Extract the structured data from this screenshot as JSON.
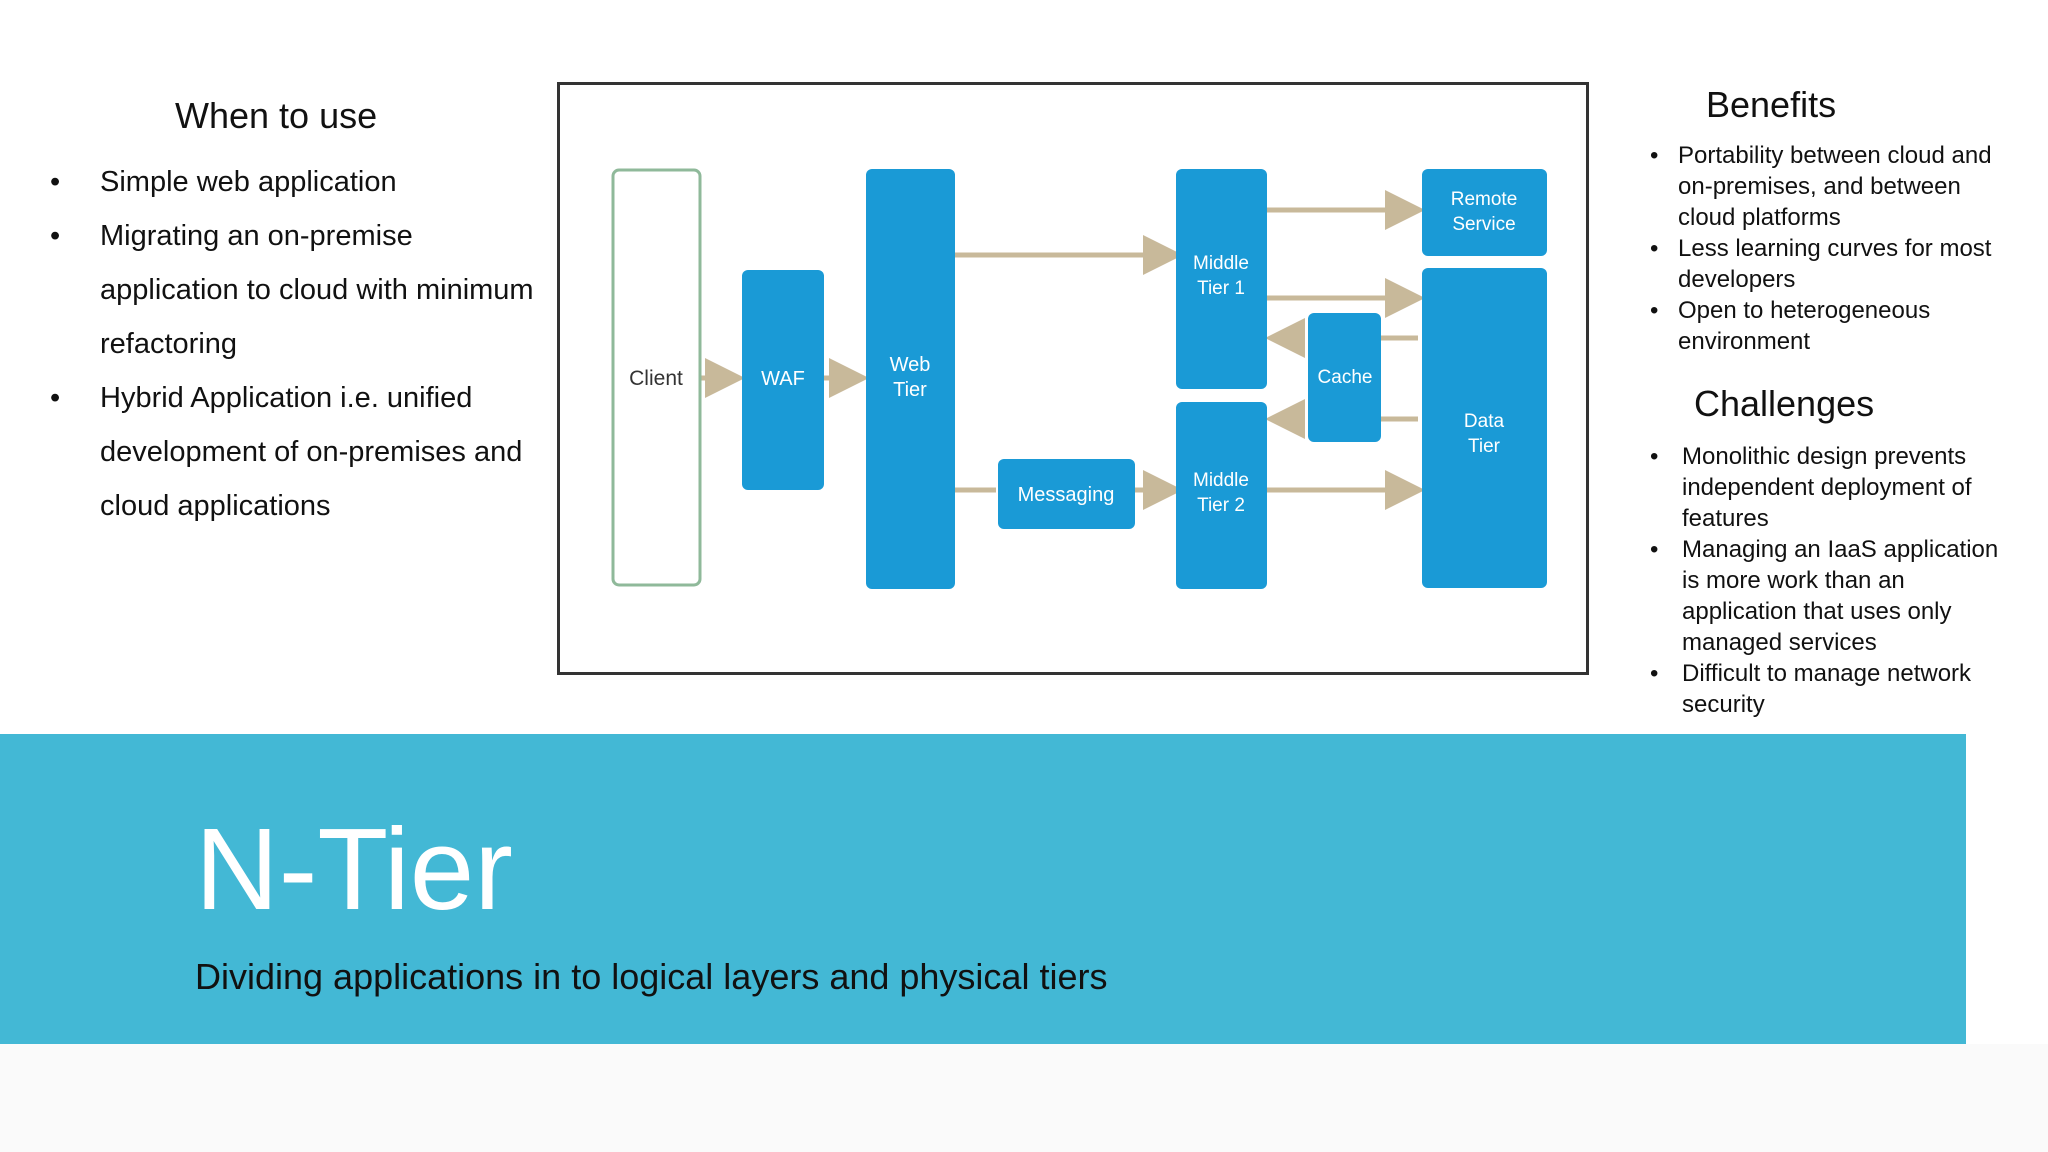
{
  "when_to_use": {
    "title": "When to use",
    "items": [
      "Simple web application",
      "Migrating an on-premise application to cloud with minimum refactoring",
      "Hybrid Application i.e. unified development of on-premises and cloud applications"
    ]
  },
  "diagram": {
    "nodes": {
      "client": "Client",
      "waf": "WAF",
      "web_tier_1": "Web",
      "web_tier_2": "Tier",
      "messaging": "Messaging",
      "middle_tier_1_line1": "Middle",
      "middle_tier_1_line2": "Tier 1",
      "middle_tier_2_line1": "Middle",
      "middle_tier_2_line2": "Tier 2",
      "cache": "Cache",
      "remote_service_line1": "Remote",
      "remote_service_line2": "Service",
      "data_tier_line1": "Data",
      "data_tier_line2": "Tier"
    },
    "colors": {
      "box": "#1a9ad6",
      "arrow": "#c8b99a",
      "client_border": "#8fb99a"
    }
  },
  "benefits": {
    "title": "Benefits",
    "items": [
      "Portability between cloud and on-premises, and between cloud platforms",
      "Less learning curves for most developers",
      "Open to heterogeneous environment"
    ]
  },
  "challenges": {
    "title": "Challenges",
    "items": [
      "Monolithic design prevents independent deployment of features",
      "Managing an IaaS application is more work than an application that uses only managed services",
      "Difficult to manage network security"
    ]
  },
  "banner": {
    "title": "N-Tier",
    "subtitle": "Dividing applications in to logical layers and physical tiers",
    "color": "#43b8d5"
  }
}
